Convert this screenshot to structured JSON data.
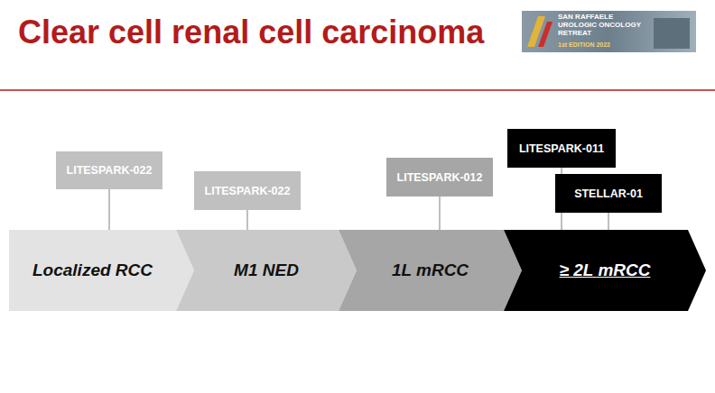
{
  "diagram": {
    "title": "Clear cell renal cell carcinoma",
    "nodes": [
      {
        "text": [
          "LITESPARK-022"
        ]
      },
      {
        "text": [
          "LITESPARK-022"
        ]
      },
      {
        "text": [
          "LITESPARK-012"
        ]
      },
      {
        "text": [
          "LITESPARK-011"
        ]
      },
      {
        "text": [
          "STELLAR-01"
        ]
      },
      {
        "text": [
          "Localized RCC"
        ]
      },
      {
        "text": [
          "M1 NED"
        ]
      },
      {
        "text": [
          "1L mRCC"
        ]
      },
      {
        "text": [
          "≥ 2L mRCC"
        ]
      }
    ],
    "edges": [
      {
        "from": 0,
        "to": 5,
        "arrow": "none"
      },
      {
        "from": 1,
        "to": 6,
        "arrow": "none"
      },
      {
        "from": 2,
        "to": 7,
        "arrow": "none"
      },
      {
        "from": 3,
        "to": 8,
        "arrow": "none"
      },
      {
        "from": 4,
        "to": 8,
        "arrow": "none"
      }
    ],
    "labels": [
      "SAN RAFFAELE",
      "UROLOGIC ONCOLOGY",
      "RETREAT",
      "1st EDITION 2022"
    ]
  }
}
